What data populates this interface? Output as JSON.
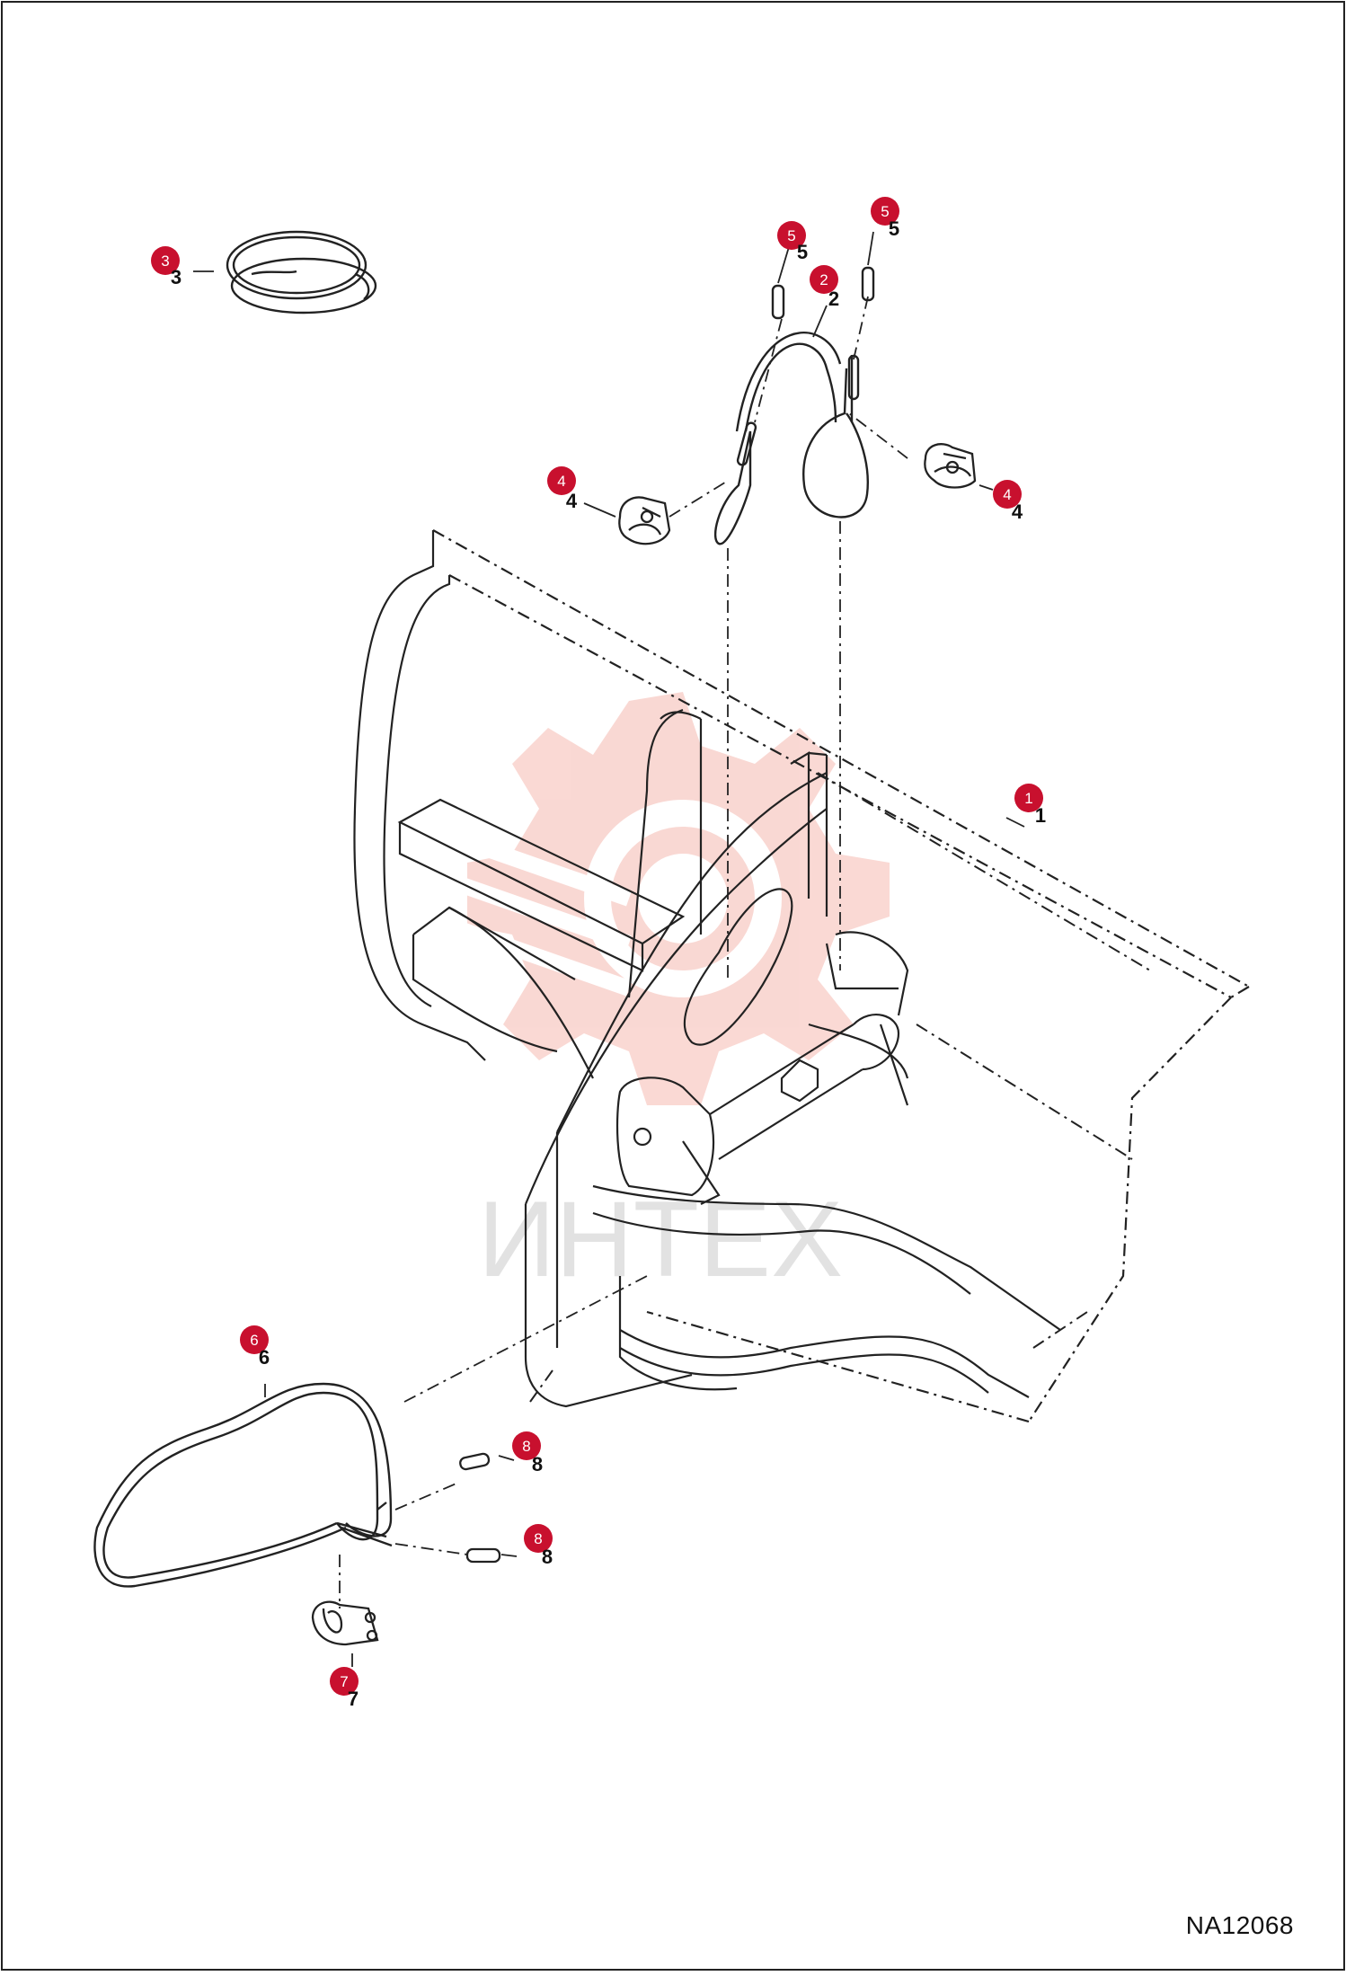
{
  "diagram": {
    "code": "NA12068",
    "watermark_text": "ИНТЕХ",
    "callout_color": "#c8102e",
    "callouts": [
      {
        "id": "c3",
        "label": "3"
      },
      {
        "id": "c5a",
        "label": "5"
      },
      {
        "id": "c5b",
        "label": "5"
      },
      {
        "id": "c2",
        "label": "2"
      },
      {
        "id": "c4a",
        "label": "4"
      },
      {
        "id": "c4b",
        "label": "4"
      },
      {
        "id": "c1",
        "label": "1"
      },
      {
        "id": "c6",
        "label": "6"
      },
      {
        "id": "c8a",
        "label": "8"
      },
      {
        "id": "c8b",
        "label": "8"
      },
      {
        "id": "c7",
        "label": "7"
      }
    ]
  }
}
